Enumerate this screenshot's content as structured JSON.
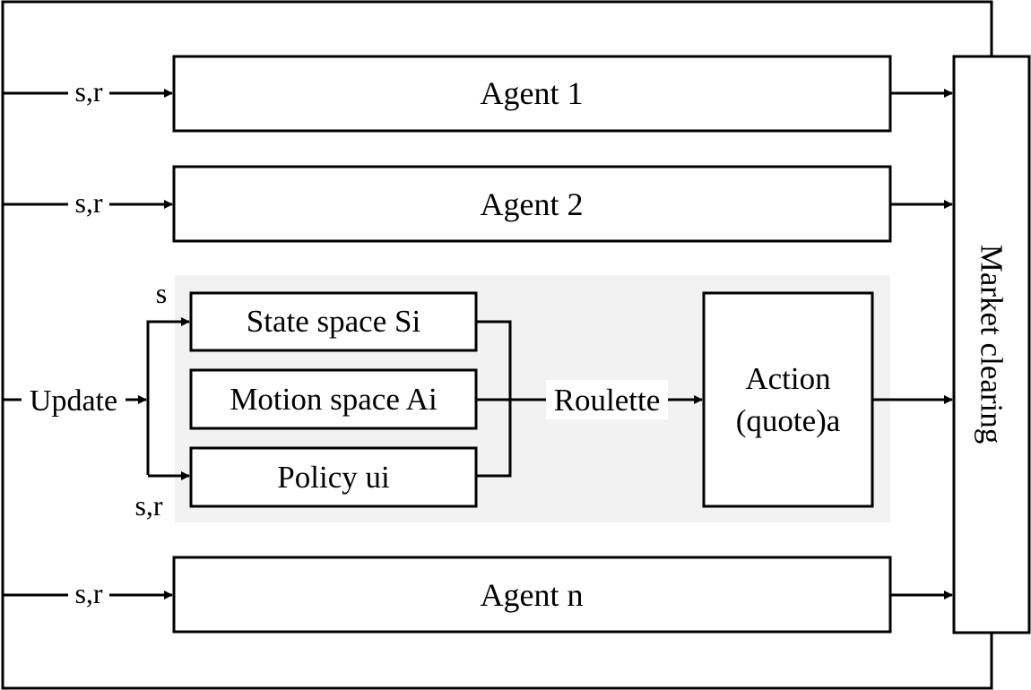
{
  "agents": [
    {
      "label": "Agent 1",
      "input_label": "s,r"
    },
    {
      "label": "Agent 2",
      "input_label": "s,r"
    },
    {
      "label": "Agent n",
      "input_label": "s,r"
    }
  ],
  "detail": {
    "update_label": "Update",
    "state_branch_label": "s",
    "policy_branch_label": "s,r",
    "state_space": "State space Si",
    "motion_space": "Motion space Ai",
    "policy": "Policy ui",
    "roulette": "Roulette",
    "action_line1": "Action",
    "action_line2": "(quote)a"
  },
  "market_clearing": "Market clearing",
  "colors": {
    "stroke": "#000000",
    "detail_background": "#f2f2f2",
    "box_fill": "#ffffff"
  }
}
